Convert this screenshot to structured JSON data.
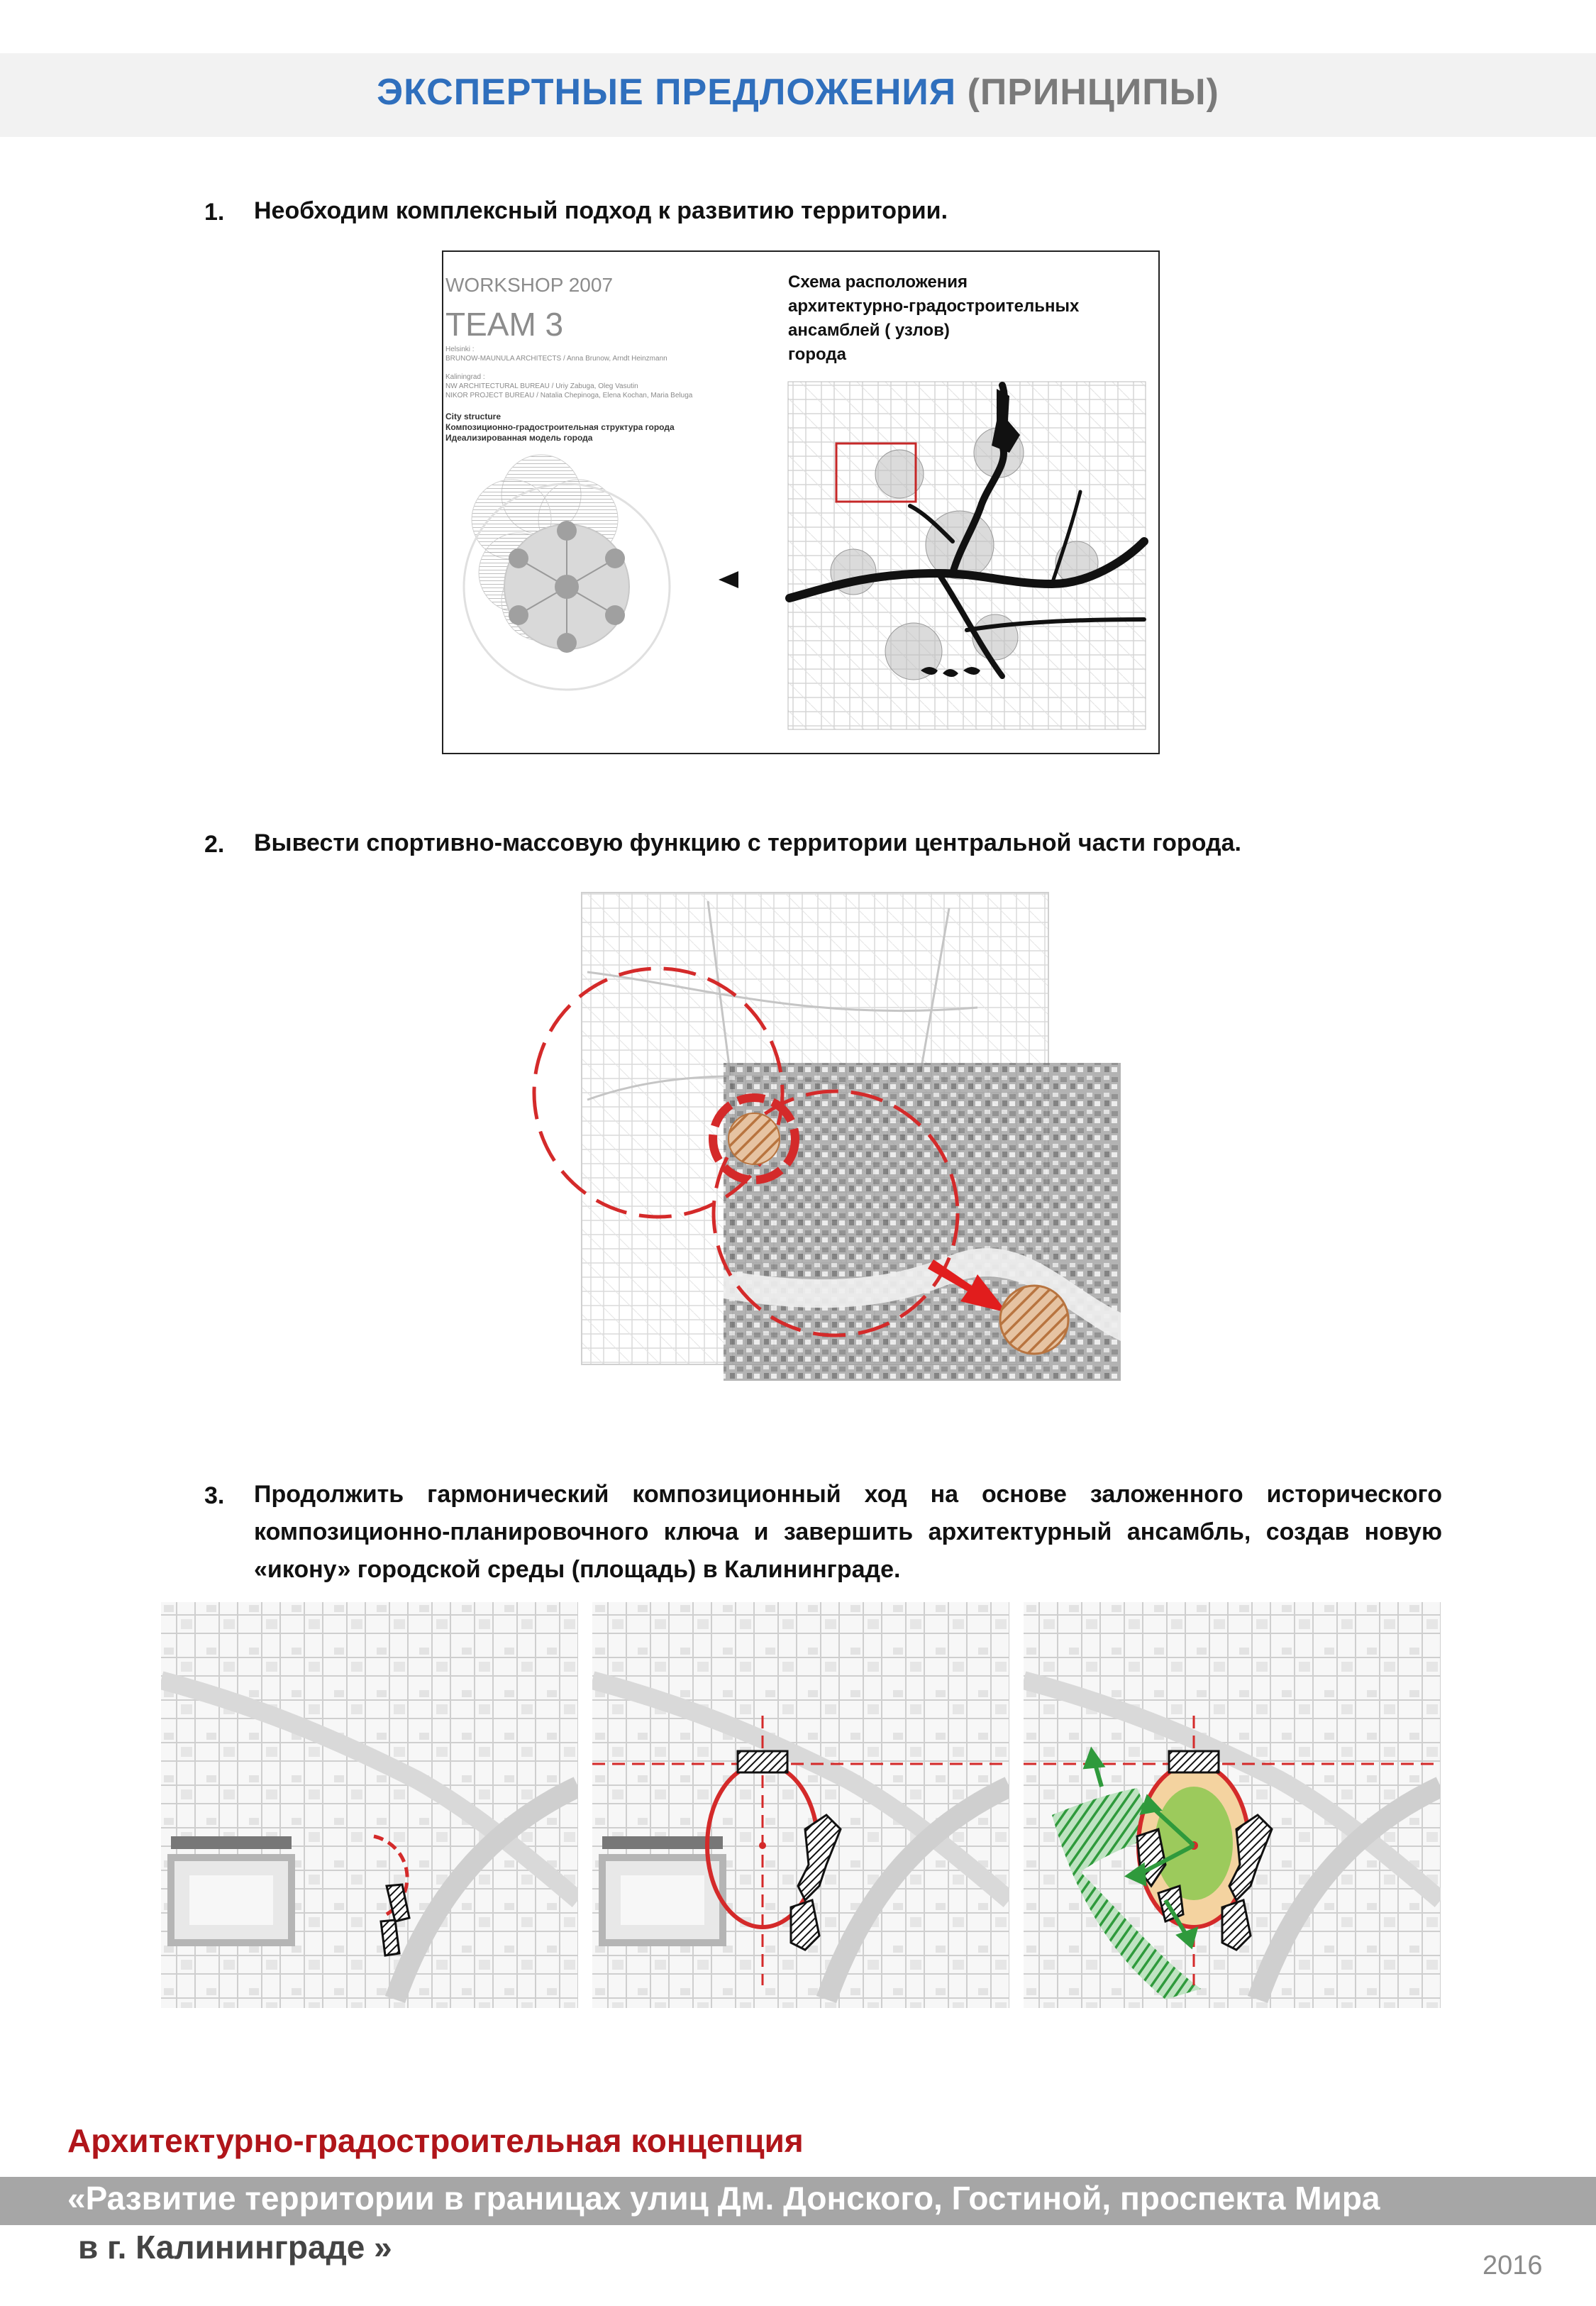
{
  "header": {
    "title_main": "ЭКСПЕРТНЫЕ ПРЕДЛОЖЕНИЯ",
    "title_paren": "(ПРИНЦИПЫ)",
    "color_main": "#2f6fbd",
    "color_paren": "#7a7a7a"
  },
  "items": [
    {
      "num": "1.",
      "text": "Необходим комплексный подход к развитию территории."
    },
    {
      "num": "2.",
      "text": "Вывести спортивно-массовую функцию с территории центральной части города."
    },
    {
      "num": "3.",
      "text": "Продолжить гармонический композиционный ход на основе заложенного исторического композиционно-планировочного ключа и завершить архитектурный ансамбль, создав новую «икону» городской среды (площадь) в Калининграде."
    }
  ],
  "figure1": {
    "workshop": "WORKSHOP 2007",
    "team": "TEAM 3",
    "credits": [
      "Helsinki :",
      "BRUNOW-MAUNULA ARCHITECTS / Anna Brunow, Arndt Heinzmann",
      "",
      "Kaliningrad :",
      "NW ARCHITECTURAL BUREAU / Uriy Zabuga, Oleg Vasutin",
      "NIKOR PROJECT BUREAU / Natalia Chepinoga, Elena Kochan, Maria Beluga"
    ],
    "structure_label": "City structure",
    "structure_ru_1": "Композиционно-градостроительная структура города",
    "structure_ru_2": "Идеализированная модель города",
    "scheme_title_lines": [
      "Схема расположения",
      "архитектурно-градостроительных",
      "ансамблей ( узлов)",
      "города"
    ]
  },
  "colors": {
    "accent_red": "#d42a2a",
    "accent_green": "#2f9a3c",
    "hatch_brown": "#b8743f",
    "footer_red": "#b0151a",
    "footer_band": "#a6a6a6"
  },
  "footer": {
    "line1": "Архитектурно-градостроительная концепция",
    "line2": "«Развитие территории в границах улиц Дм. Донского, Гостиной, проспекта Мира",
    "line3": "в г. Калининграде »",
    "year": "2016"
  }
}
